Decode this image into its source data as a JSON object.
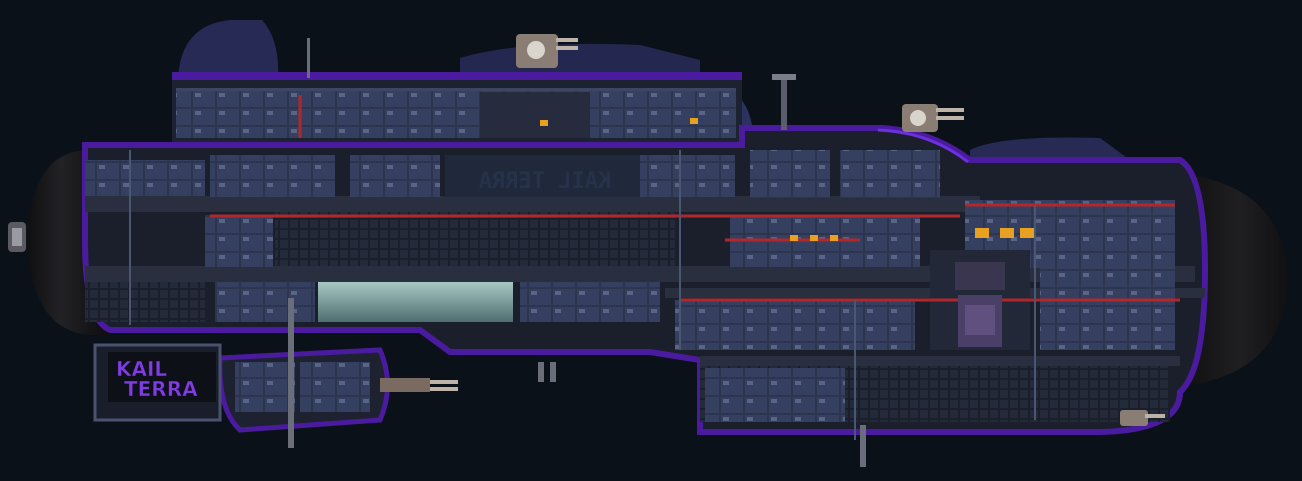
{
  "ship": {
    "name_plate": {
      "line1": "KAIL",
      "line2": "TERRA"
    },
    "interior_name": "KAIL TERRA"
  },
  "colors": {
    "background": "#0b1119",
    "hull_dark": "#1b1e2a",
    "hull_panel": "#2a3048",
    "accent_purple": "#4a1b9e",
    "accent_purple_bright": "#6e2fe0",
    "room_floor": "#1c2130",
    "room_wall": "#2f3a55",
    "pipe_red": "#b0282c",
    "lamp_amber": "#e8a020",
    "glass_teal": "#7fb3b5",
    "engine_shell": "#151515"
  },
  "icons": [
    "turret-icon",
    "engine-icon",
    "antenna-icon",
    "thruster-icon",
    "cannon-icon"
  ]
}
